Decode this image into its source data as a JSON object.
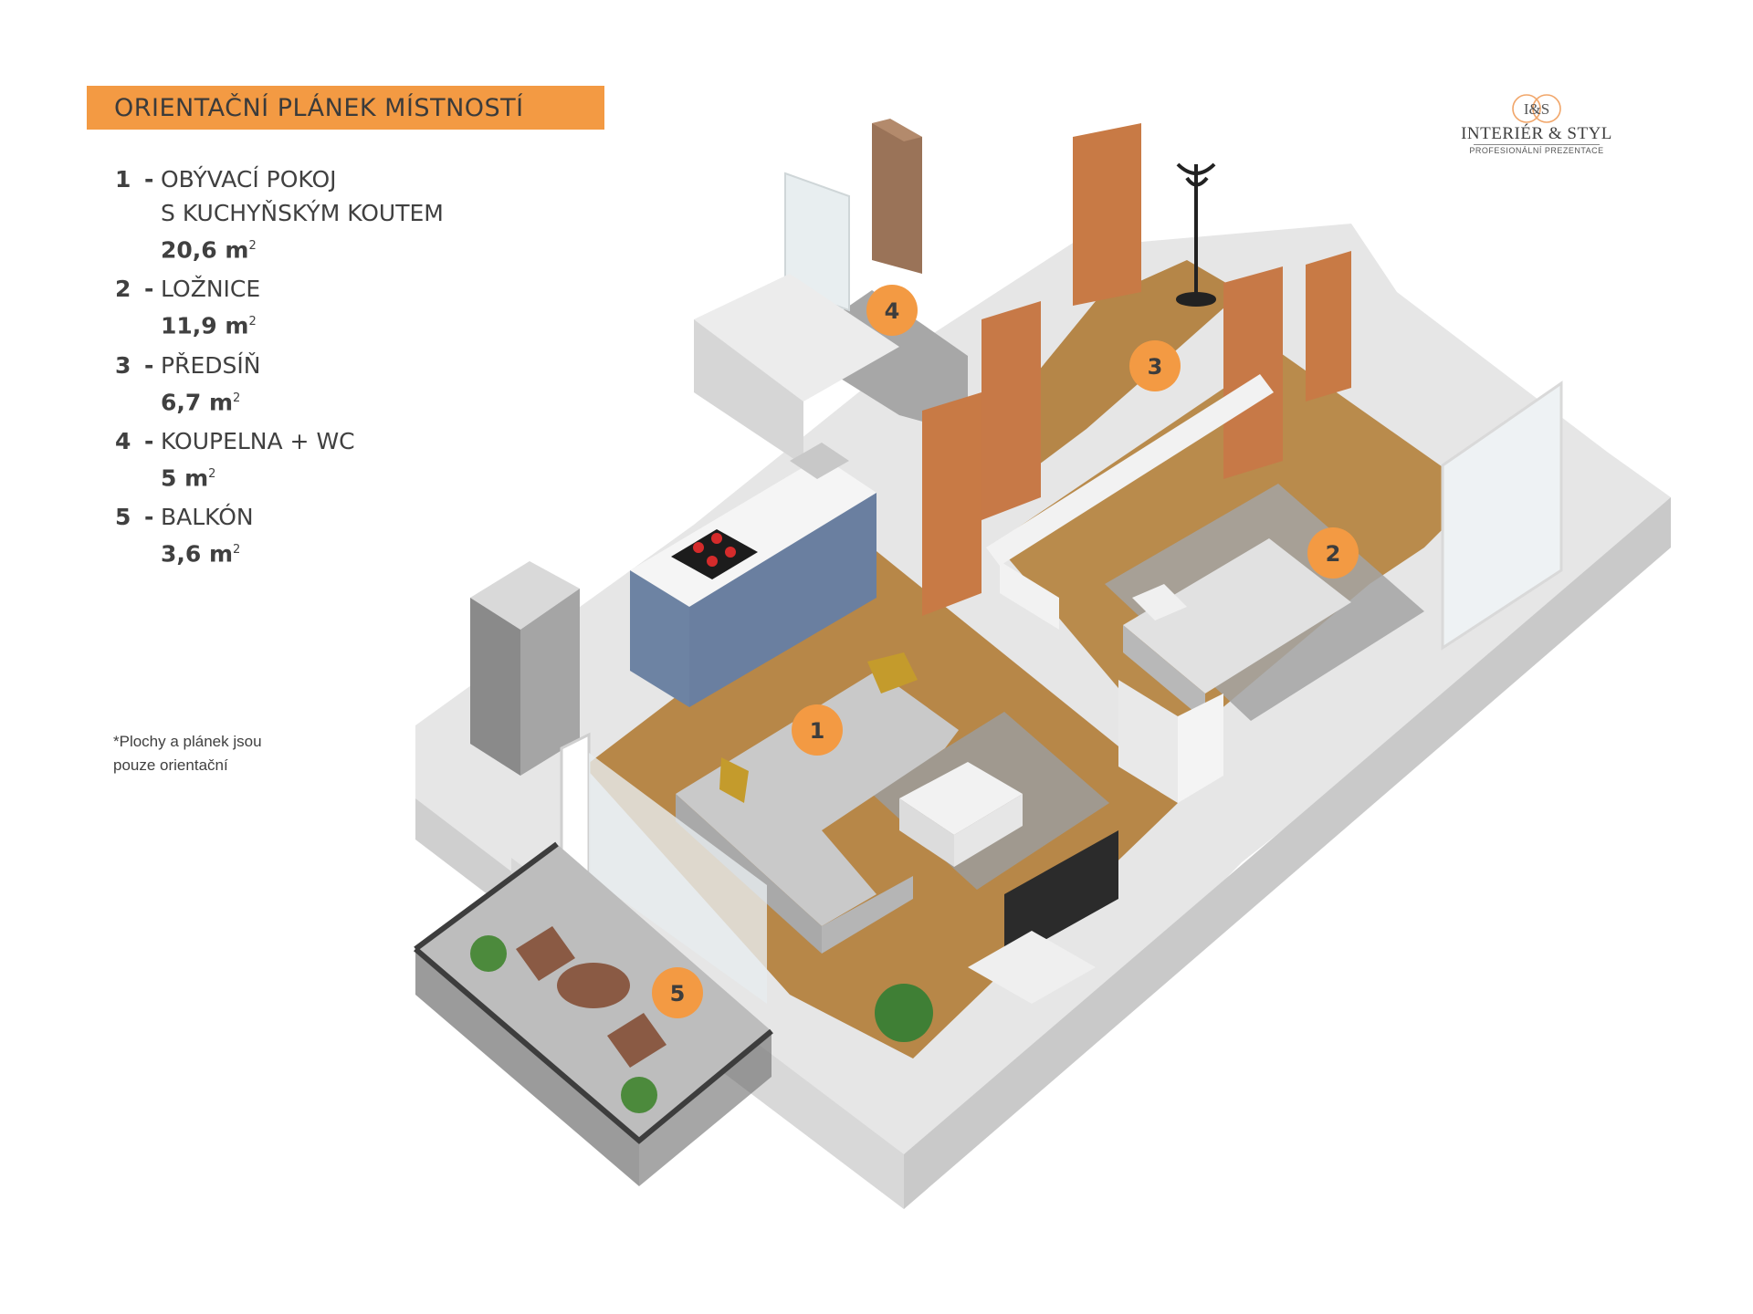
{
  "header": {
    "title": "ORIENTAČNÍ PLÁNEK MÍSTNOSTÍ"
  },
  "logo": {
    "monogram": "I&S",
    "name": "INTERIÉR & STYL",
    "tagline": "PROFESIONÁLNÍ PREZENTACE"
  },
  "rooms": [
    {
      "num": "1",
      "dash": "-",
      "name": "OBÝVACÍ POKOJ",
      "name2": "S KUCHYŇSKÝM KOUTEM",
      "area": "20,6 m",
      "sup": "2"
    },
    {
      "num": "2",
      "dash": "-",
      "name": "LOŽNICE",
      "area": "11,9 m",
      "sup": "2"
    },
    {
      "num": "3",
      "dash": "-",
      "name": "PŘEDSÍŇ",
      "area": "6,7 m",
      "sup": "2"
    },
    {
      "num": "4",
      "dash": "-",
      "name": "KOUPELNA + WC",
      "area": "5 m",
      "sup": "2"
    },
    {
      "num": "5",
      "dash": "-",
      "name": "BALKÓN",
      "area": "3,6 m",
      "sup": "2"
    }
  ],
  "note": {
    "line1": "*Plochy  a plánek jsou",
    "line2": "pouze orientační"
  },
  "markers": [
    "1",
    "2",
    "3",
    "4",
    "5"
  ],
  "colors": {
    "accent": "#f39a43",
    "floor": "#b78748",
    "wall": "#dedede",
    "cabinet": "#6d83a3",
    "door": "#c87a45"
  }
}
